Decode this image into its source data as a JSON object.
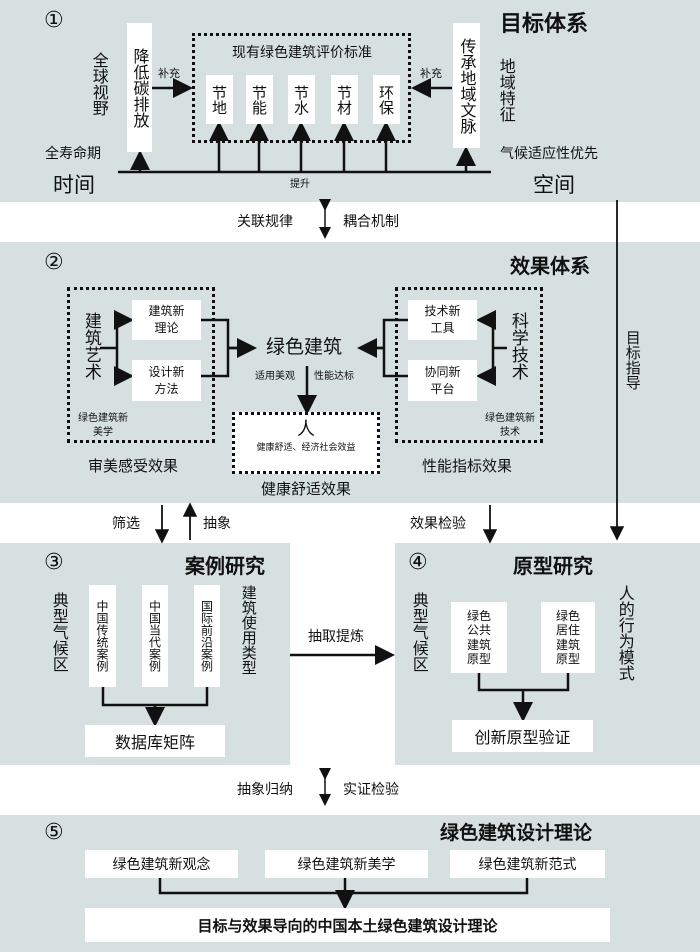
{
  "s1": {
    "num": "①",
    "title": "目标体系",
    "left_v": "全球视野",
    "low_carbon": "降低碳排放",
    "supp_l": "补充",
    "standard": "现有绿色建筑评价标准",
    "items": [
      "节地",
      "节能",
      "节水",
      "节材",
      "环保"
    ],
    "supp_r": "补充",
    "culture": "传承地域文脉",
    "right_v": "地域特征",
    "lifecycle": "全寿命期",
    "climate": "气候适应性优先",
    "time": "时间",
    "space": "空间",
    "upgrade": "提升"
  },
  "link1": {
    "left": "关联规律",
    "right": "耦合机制"
  },
  "guide": "目标指导",
  "s2": {
    "num": "②",
    "title": "效果体系",
    "art": "建筑艺术",
    "theory": "建筑新理论",
    "method": "设计新方法",
    "aesthetic": "绿色建筑新美学",
    "green": "绿色建筑",
    "useful": "适用美观",
    "perf": "性能达标",
    "person": "人",
    "person_sub": "健康舒适、经济社会效益",
    "health": "健康舒适效果",
    "aes_effect": "审美感受效果",
    "tool": "技术新工具",
    "platform": "协同新平台",
    "sci": "科学技术",
    "newtech": "绿色建筑新技术",
    "perf_effect": "性能指标效果"
  },
  "link2": {
    "filter": "筛选",
    "abstract": "抽象",
    "check": "效果检验"
  },
  "s3": {
    "num": "③",
    "title": "案例研究",
    "climate": "典型气候区",
    "cases": [
      "中国传统案例",
      "中国当代案例",
      "国际前沿案例"
    ],
    "types": "建筑使用类型",
    "db": "数据库矩阵"
  },
  "extract": "抽取提炼",
  "s4": {
    "num": "④",
    "title": "原型研究",
    "climate": "典型气候区",
    "protos": [
      "绿色公共建筑原型",
      "绿色居住建筑原型"
    ],
    "behavior": "人的行为模式",
    "verify": "创新原型验证"
  },
  "link3": {
    "left": "抽象归纳",
    "right": "实证检验"
  },
  "s5": {
    "num": "⑤",
    "title": "绿色建筑设计理论",
    "items": [
      "绿色建筑新观念",
      "绿色建筑新美学",
      "绿色建筑新范式"
    ],
    "final": "目标与效果导向的中国本土绿色建筑设计理论"
  }
}
